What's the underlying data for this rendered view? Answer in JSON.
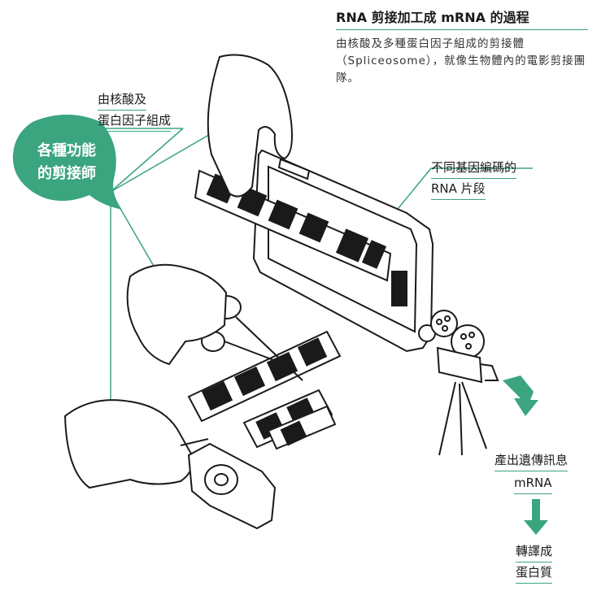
{
  "title": "RNA 剪接加工成 mRNA 的過程",
  "description": "由核酸及多種蛋白因子組成的剪接體（Spliceosome），就像生物體內的電影剪接團隊。",
  "labels": {
    "nucleic_protein_line1": "由核酸及",
    "nucleic_protein_line2": "蛋白因子組成",
    "bubble_line1": "各種功能",
    "bubble_line2": "的剪接師",
    "gene_segment_line1": "不同基因編碼的",
    "gene_segment_line2": "RNA 片段",
    "output_line1": "產出遺傳訊息",
    "output_line2": "mRNA",
    "translate_line1": "轉譯成",
    "translate_line2": "蛋白質"
  },
  "colors": {
    "accent": "#3aa57e",
    "bubble": "#3aa57e",
    "arrow": "#3aa57e",
    "ink": "#1a1a1a"
  }
}
